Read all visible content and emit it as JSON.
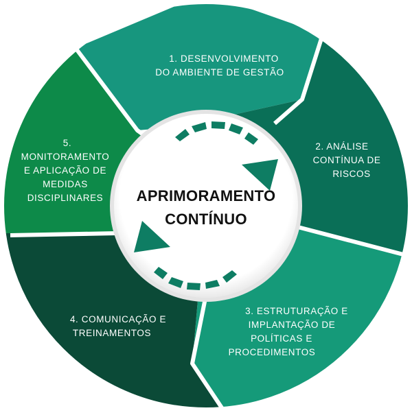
{
  "center": {
    "lines": [
      "APRIMORAMENTO",
      "CONTÍNUO"
    ]
  },
  "segments": [
    {
      "id": "desenvolvimento",
      "color": "#17967e",
      "lines": [
        "1. DESENVOLVIMENTO",
        "DO AMBIENTE DE GESTÃO"
      ]
    },
    {
      "id": "analise",
      "color": "#0a6f57",
      "lines": [
        "2. ANÁLISE",
        "CONTÍNUA DE",
        "RISCOS"
      ]
    },
    {
      "id": "estruturacao",
      "color": "#159a79",
      "lines": [
        "3. ESTRUTURAÇÃO E",
        "IMPLANTAÇÃO DE",
        "POLÍTICAS E",
        "PROCEDIMENTOS"
      ]
    },
    {
      "id": "comunicacao",
      "color": "#0b4a37",
      "lines": [
        "4. COMUNICAÇÃO E",
        "TREINAMENTOS"
      ]
    },
    {
      "id": "monitoramento",
      "color": "#0d8a49",
      "lines": [
        "5.",
        "MONITORAMENTO",
        "E APLICAÇÃO DE",
        "MEDIDAS",
        "DISCIPLINARES"
      ]
    }
  ],
  "colors": {
    "arrow": "#0e7d63",
    "center_fill": "#ffffff",
    "center_ring": "#e4e4e4"
  }
}
